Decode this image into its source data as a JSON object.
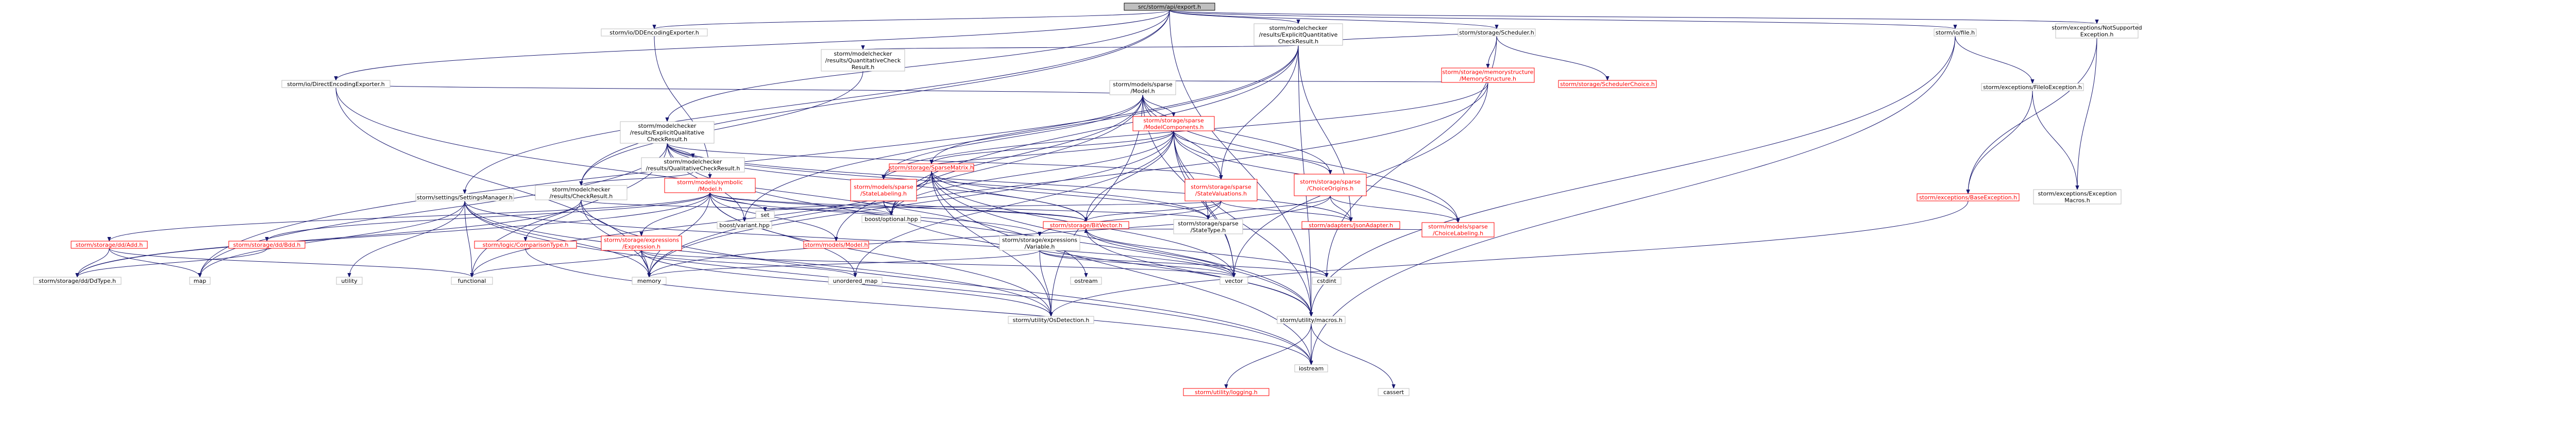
{
  "root": "src/storm/api/export.h",
  "colors": {
    "edge": "#191970",
    "node_border": "#bfbfbf",
    "missing_border": "#ff0000",
    "root_fill": "#bfbfbf"
  },
  "nodes": [
    {
      "id": "root",
      "label": "src/storm/api/export.h",
      "kind": "root"
    },
    {
      "id": "ddexp",
      "label": "storm/io/DDEncodingExporter.h",
      "kind": "normal"
    },
    {
      "id": "eqcr",
      "label": "storm/modelchecker\n/results/ExplicitQuantitative\nCheckResult.h",
      "kind": "normal"
    },
    {
      "id": "sched",
      "label": "storm/storage/Scheduler.h",
      "kind": "normal"
    },
    {
      "id": "file",
      "label": "storm/io/file.h",
      "kind": "normal"
    },
    {
      "id": "nse",
      "label": "storm/exceptions/NotSupported\nException.h",
      "kind": "normal"
    },
    {
      "id": "direnc",
      "label": "storm/io/DirectEncodingExporter.h",
      "kind": "normal"
    },
    {
      "id": "qcr",
      "label": "storm/modelchecker\n/results/QuantitativeCheck\nResult.h",
      "kind": "normal"
    },
    {
      "id": "memstruct",
      "label": "storm/storage/memorystructure\n/MemoryStructure.h",
      "kind": "red"
    },
    {
      "id": "schedchoice",
      "label": "storm/storage/SchedulerChoice.h",
      "kind": "red"
    },
    {
      "id": "sparsemodel",
      "label": "storm/models/sparse\n/Model.h",
      "kind": "normal"
    },
    {
      "id": "fio",
      "label": "storm/exceptions/FileIoException.h",
      "kind": "normal"
    },
    {
      "id": "exqualcr",
      "label": "storm/modelchecker\n/results/ExplicitQualitative\nCheckResult.h",
      "kind": "normal"
    },
    {
      "id": "modcomp",
      "label": "storm/storage/sparse\n/ModelComponents.h",
      "kind": "red"
    },
    {
      "id": "qualcr",
      "label": "storm/modelchecker\n/results/QualitativeCheckResult.h",
      "kind": "normal"
    },
    {
      "id": "sparsemat",
      "label": "storm/storage/SparseMatrix.h",
      "kind": "red"
    },
    {
      "id": "statelab",
      "label": "storm/models/sparse\n/StateLabeling.h",
      "kind": "red"
    },
    {
      "id": "stateval",
      "label": "storm/storage/sparse\n/StateValuations.h",
      "kind": "red"
    },
    {
      "id": "choiceorig",
      "label": "storm/storage/sparse\n/ChoiceOrigins.h",
      "kind": "red"
    },
    {
      "id": "baseexc",
      "label": "storm/exceptions/BaseException.h",
      "kind": "red"
    },
    {
      "id": "excmacros",
      "label": "storm/exceptions/Exception\nMacros.h",
      "kind": "normal"
    },
    {
      "id": "settingsmgr",
      "label": "storm/settings/SettingsManager.h",
      "kind": "normal"
    },
    {
      "id": "checkres",
      "label": "storm/modelchecker\n/results/CheckResult.h",
      "kind": "normal"
    },
    {
      "id": "symmodel",
      "label": "storm/models/symbolic\n/Model.h",
      "kind": "red"
    },
    {
      "id": "variant",
      "label": "boost/variant.hpp",
      "kind": "normal"
    },
    {
      "id": "optional",
      "label": "boost/optional.hpp",
      "kind": "normal"
    },
    {
      "id": "set",
      "label": "set",
      "kind": "normal"
    },
    {
      "id": "bitvector",
      "label": "storm/storage/BitVector.h",
      "kind": "red"
    },
    {
      "id": "statetype",
      "label": "storm/storage/sparse\n/StateType.h",
      "kind": "normal"
    },
    {
      "id": "jsonadapter",
      "label": "storm/adapters/JsonAdapter.h",
      "kind": "red"
    },
    {
      "id": "choicelab",
      "label": "storm/models/sparse\n/ChoiceLabeling.h",
      "kind": "red"
    },
    {
      "id": "ddadd",
      "label": "storm/storage/dd/Add.h",
      "kind": "red"
    },
    {
      "id": "ddbdd",
      "label": "storm/storage/dd/Bdd.h",
      "kind": "red"
    },
    {
      "id": "lgcmp",
      "label": "storm/logic/ComparisonType.h",
      "kind": "red"
    },
    {
      "id": "expr",
      "label": "storm/storage/expressions\n/Expression.h",
      "kind": "red"
    },
    {
      "id": "modelh",
      "label": "storm/models/Model.h",
      "kind": "red"
    },
    {
      "id": "exprvar",
      "label": "storm/storage/expressions\n/Variable.h",
      "kind": "normal"
    },
    {
      "id": "ddtype",
      "label": "storm/storage/dd/DdType.h",
      "kind": "normal"
    },
    {
      "id": "map",
      "label": "map",
      "kind": "normal"
    },
    {
      "id": "utility",
      "label": "utility",
      "kind": "normal"
    },
    {
      "id": "functional",
      "label": "functional",
      "kind": "normal"
    },
    {
      "id": "memory",
      "label": "memory",
      "kind": "normal"
    },
    {
      "id": "unordmap",
      "label": "unordered_map",
      "kind": "normal"
    },
    {
      "id": "ostream",
      "label": "ostream",
      "kind": "normal"
    },
    {
      "id": "vector",
      "label": "vector",
      "kind": "normal"
    },
    {
      "id": "cstdint",
      "label": "cstdint",
      "kind": "normal"
    },
    {
      "id": "oswriter",
      "label": "storm/utility/OsDetection.h",
      "kind": "normal"
    },
    {
      "id": "macros",
      "label": "storm/utility/macros.h",
      "kind": "normal"
    },
    {
      "id": "iostream",
      "label": "iostream",
      "kind": "normal"
    },
    {
      "id": "logging",
      "label": "storm/utility/logging.h",
      "kind": "red"
    },
    {
      "id": "cassert",
      "label": "cassert",
      "kind": "normal"
    }
  ],
  "edges": [
    [
      "root",
      "ddexp"
    ],
    [
      "root",
      "eqcr"
    ],
    [
      "root",
      "sched"
    ],
    [
      "root",
      "file"
    ],
    [
      "root",
      "nse"
    ],
    [
      "root",
      "direnc"
    ],
    [
      "root",
      "exqualcr"
    ],
    [
      "root",
      "checkres"
    ],
    [
      "root",
      "settingsmgr"
    ],
    [
      "root",
      "macros"
    ],
    [
      "ddexp",
      "symmodel"
    ],
    [
      "eqcr",
      "qcr"
    ],
    [
      "eqcr",
      "sched"
    ],
    [
      "eqcr",
      "variant"
    ],
    [
      "eqcr",
      "optional"
    ],
    [
      "eqcr",
      "stateval"
    ],
    [
      "eqcr",
      "jsonadapter"
    ],
    [
      "eqcr",
      "macros"
    ],
    [
      "eqcr",
      "map"
    ],
    [
      "sched",
      "memstruct"
    ],
    [
      "sched",
      "schedchoice"
    ],
    [
      "sched",
      "cstdint"
    ],
    [
      "memstruct",
      "sparsemodel"
    ],
    [
      "memstruct",
      "statelab"
    ],
    [
      "memstruct",
      "vector"
    ],
    [
      "memstruct",
      "memory"
    ],
    [
      "file",
      "fio"
    ],
    [
      "file",
      "macros"
    ],
    [
      "file",
      "iostream"
    ],
    [
      "fio",
      "baseexc"
    ],
    [
      "fio",
      "excmacros"
    ],
    [
      "nse",
      "baseexc"
    ],
    [
      "nse",
      "excmacros"
    ],
    [
      "direnc",
      "sparsemodel"
    ],
    [
      "direnc",
      "memory"
    ],
    [
      "direnc",
      "ostream"
    ],
    [
      "qcr",
      "checkres"
    ],
    [
      "sparsemodel",
      "modcomp"
    ],
    [
      "sparsemodel",
      "modelh"
    ],
    [
      "sparsemodel",
      "sparsemat"
    ],
    [
      "sparsemodel",
      "statelab"
    ],
    [
      "sparsemodel",
      "stateval"
    ],
    [
      "sparsemodel",
      "choiceorig"
    ],
    [
      "sparsemodel",
      "choicelab"
    ],
    [
      "sparsemodel",
      "optional"
    ],
    [
      "sparsemodel",
      "oswriter"
    ],
    [
      "sparsemodel",
      "vector"
    ],
    [
      "exqualcr",
      "qualcr"
    ],
    [
      "exqualcr",
      "variant"
    ],
    [
      "exqualcr",
      "map"
    ],
    [
      "exqualcr",
      "functional"
    ],
    [
      "exqualcr",
      "bitvector"
    ],
    [
      "exqualcr",
      "statetype"
    ],
    [
      "exqualcr",
      "macros"
    ],
    [
      "exqualcr",
      "jsonadapter"
    ],
    [
      "exqualcr",
      "stateval"
    ],
    [
      "qualcr",
      "checkres"
    ],
    [
      "modcomp",
      "sparsemat"
    ],
    [
      "modcomp",
      "statelab"
    ],
    [
      "modcomp",
      "stateval"
    ],
    [
      "modcomp",
      "choiceorig"
    ],
    [
      "modcomp",
      "choicelab"
    ],
    [
      "modcomp",
      "bitvector"
    ],
    [
      "modcomp",
      "statetype"
    ],
    [
      "modcomp",
      "optional"
    ],
    [
      "modcomp",
      "memory"
    ],
    [
      "modcomp",
      "unordmap"
    ],
    [
      "modcomp",
      "vector"
    ],
    [
      "modcomp",
      "macros"
    ],
    [
      "sparsemat",
      "bitvector"
    ],
    [
      "sparsemat",
      "statetype"
    ],
    [
      "sparsemat",
      "optional"
    ],
    [
      "sparsemat",
      "oswriter"
    ],
    [
      "sparsemat",
      "macros"
    ],
    [
      "sparsemat",
      "vector"
    ],
    [
      "sparsemat",
      "iostream"
    ],
    [
      "sparsemat",
      "functional"
    ],
    [
      "statelab",
      "bitvector"
    ],
    [
      "statelab",
      "set"
    ],
    [
      "statelab",
      "statetype"
    ],
    [
      "statelab",
      "optional"
    ],
    [
      "statelab",
      "macros"
    ],
    [
      "stateval",
      "statetype"
    ],
    [
      "stateval",
      "jsonadapter"
    ],
    [
      "stateval",
      "exprvar"
    ],
    [
      "stateval",
      "bitvector"
    ],
    [
      "stateval",
      "set"
    ],
    [
      "choiceorig",
      "jsonadapter"
    ],
    [
      "choiceorig",
      "choicelab"
    ],
    [
      "choiceorig",
      "memory"
    ],
    [
      "choiceorig",
      "statetype"
    ],
    [
      "choicelab",
      "bitvector"
    ],
    [
      "baseexc",
      "oswriter"
    ],
    [
      "settingsmgr",
      "map"
    ],
    [
      "settingsmgr",
      "utility"
    ],
    [
      "settingsmgr",
      "functional"
    ],
    [
      "settingsmgr",
      "memory"
    ],
    [
      "settingsmgr",
      "iostream"
    ],
    [
      "settingsmgr",
      "vector"
    ],
    [
      "settingsmgr",
      "oswriter"
    ],
    [
      "checkres",
      "lgcmp"
    ],
    [
      "checkres",
      "memory"
    ],
    [
      "checkres",
      "iostream"
    ],
    [
      "checkres",
      "ddtype"
    ],
    [
      "checkres",
      "optional"
    ],
    [
      "symmodel",
      "ddadd"
    ],
    [
      "symmodel",
      "ddbdd"
    ],
    [
      "symmodel",
      "ddtype"
    ],
    [
      "symmodel",
      "expr"
    ],
    [
      "symmodel",
      "exprvar"
    ],
    [
      "symmodel",
      "modelh"
    ],
    [
      "symmodel",
      "set"
    ],
    [
      "symmodel",
      "unordmap"
    ],
    [
      "symmodel",
      "memory"
    ],
    [
      "symmodel",
      "oswriter"
    ],
    [
      "symmodel",
      "bitvector"
    ],
    [
      "symmodel",
      "optional"
    ],
    [
      "ddadd",
      "ddtype"
    ],
    [
      "ddadd",
      "map"
    ],
    [
      "ddadd",
      "functional"
    ],
    [
      "ddbdd",
      "ddtype"
    ],
    [
      "lgcmp",
      "iostream"
    ],
    [
      "expr",
      "unordmap"
    ],
    [
      "expr",
      "memory"
    ],
    [
      "expr",
      "oswriter"
    ],
    [
      "expr",
      "functional"
    ],
    [
      "expr",
      "vector"
    ],
    [
      "exprvar",
      "oswriter"
    ],
    [
      "exprvar",
      "cstdint"
    ],
    [
      "exprvar",
      "memory"
    ],
    [
      "exprvar",
      "vector"
    ],
    [
      "bitvector",
      "cstdint"
    ],
    [
      "bitvector",
      "vector"
    ],
    [
      "bitvector",
      "macros"
    ],
    [
      "macros",
      "logging"
    ],
    [
      "macros",
      "cassert"
    ],
    [
      "macros",
      "iostream"
    ]
  ]
}
